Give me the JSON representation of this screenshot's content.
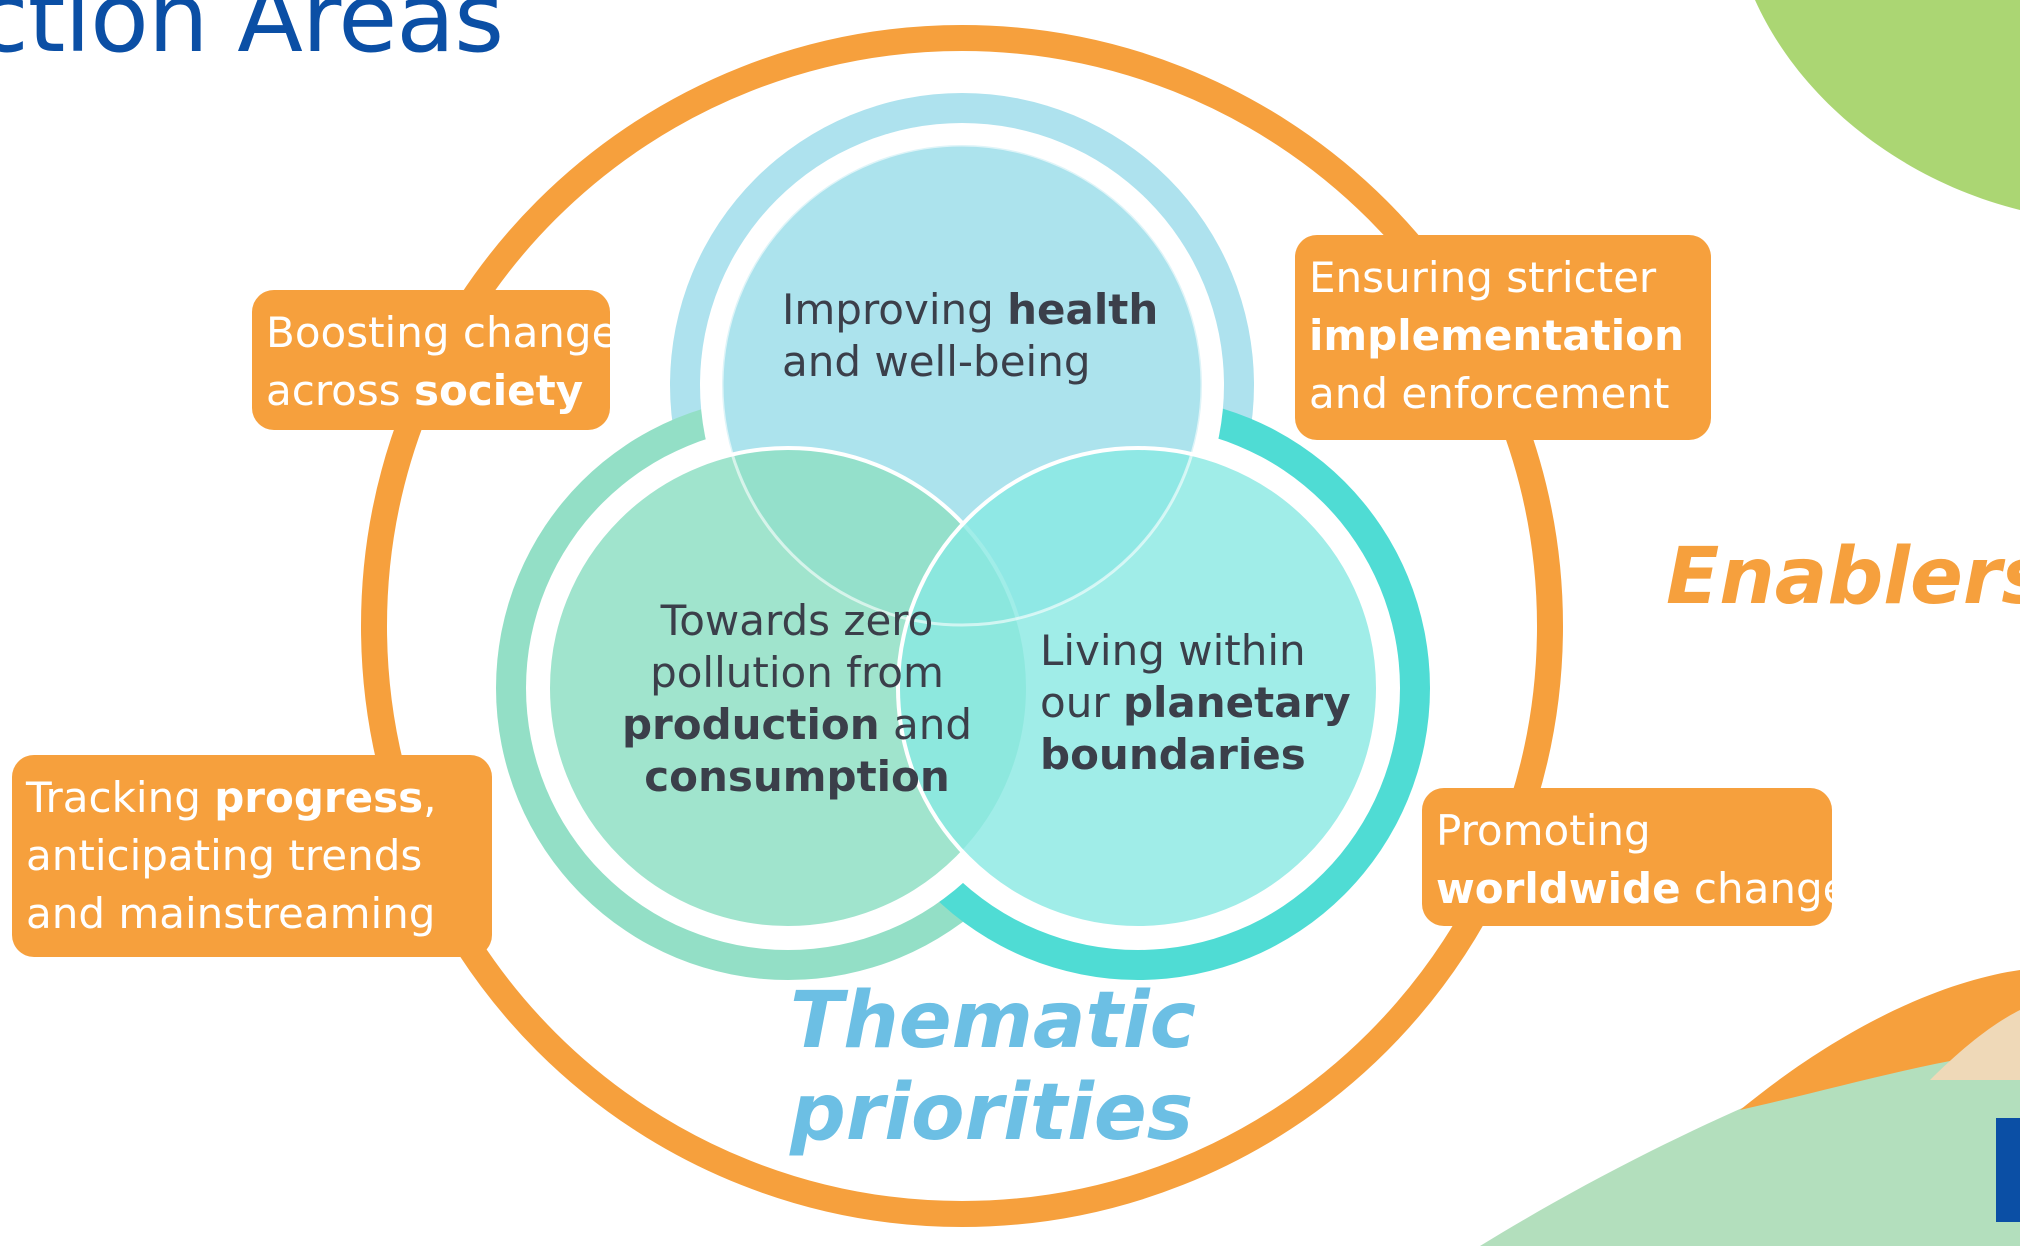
{
  "header": {
    "title": "ction Areas"
  },
  "thematic": {
    "label_line1": "Thematic",
    "label_line2": "priorities",
    "health": {
      "pre": "Improving ",
      "bold": "health",
      "line2": "and well-being"
    },
    "pollution": {
      "line1": "Towards zero",
      "line2": "pollution from",
      "bold1": "production",
      "mid": " and",
      "bold2": "consumption"
    },
    "planetary": {
      "line1": "Living within",
      "pre2": "our ",
      "bold2": "planetary",
      "bold3": "boundaries"
    }
  },
  "enablers": {
    "label": "Enablers",
    "society": {
      "line1": "Boosting change",
      "pre2": "across ",
      "bold2": "society"
    },
    "implementation": {
      "line1": "Ensuring stricter",
      "bold2": "implementation",
      "line3": "and enforcement"
    },
    "progress": {
      "pre1": "Tracking ",
      "bold1": "progress",
      "post1": ",",
      "line2": "anticipating trends",
      "line3": "and mainstreaming"
    },
    "worldwide": {
      "line1": "Promoting",
      "bold2": "worldwide",
      "post2": " change"
    }
  },
  "colors": {
    "orange": "#f6a03d",
    "light_blue": "#a8e1ec",
    "green": "#8fdfc4",
    "teal": "#88e8e2",
    "title_blue": "#0b4fa5",
    "thematic_label": "#6cbfe4"
  }
}
